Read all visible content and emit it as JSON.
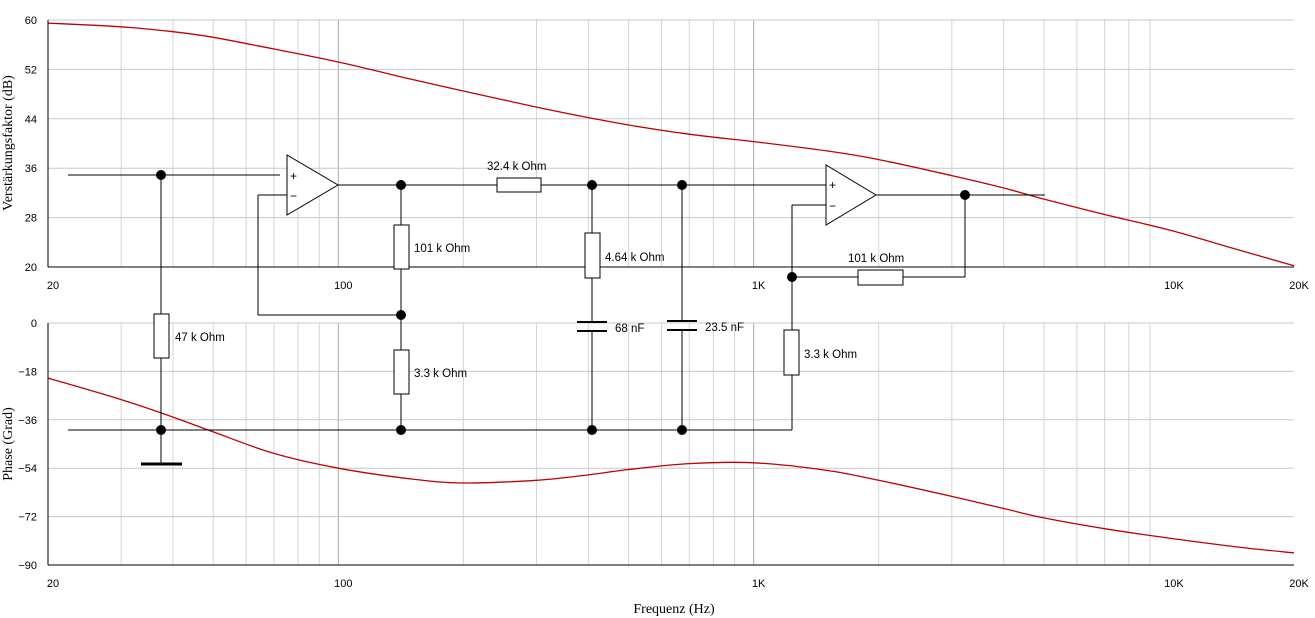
{
  "chart_data": [
    {
      "type": "line",
      "xscale": "log",
      "xlim": [
        20,
        20000
      ],
      "ylim": [
        20,
        60
      ],
      "ylabel": "Verstärkungsfaktor (dB)",
      "x_tick_labels": [
        "20",
        "100",
        "1K",
        "10K",
        "20K"
      ],
      "y_ticks": [
        20,
        28,
        36,
        44,
        52,
        60
      ],
      "grid": true,
      "series": [
        {
          "color": "#c00000",
          "x": [
            20,
            30,
            40,
            50,
            70,
            100,
            150,
            200,
            300,
            400,
            500,
            700,
            1000,
            1500,
            2000,
            3000,
            4000,
            5000,
            7000,
            10000,
            15000,
            20000
          ],
          "y": [
            59.5,
            58.9,
            58.1,
            57.2,
            55.3,
            53.2,
            50.4,
            48.5,
            45.9,
            44.2,
            43.0,
            41.5,
            40.3,
            38.8,
            37.4,
            34.8,
            32.8,
            31.0,
            28.5,
            26.0,
            22.6,
            20.2
          ]
        }
      ]
    },
    {
      "type": "line",
      "xscale": "log",
      "xlim": [
        20,
        20000
      ],
      "ylim": [
        -90,
        0
      ],
      "xlabel": "Frequenz (Hz)",
      "ylabel": "Phase (Grad)",
      "x_tick_labels": [
        "20",
        "100",
        "1K",
        "10K",
        "20K"
      ],
      "y_ticks": [
        0,
        -18,
        -36,
        -54,
        -72,
        -90
      ],
      "grid": true,
      "series": [
        {
          "color": "#c00000",
          "x": [
            20,
            30,
            40,
            50,
            70,
            100,
            150,
            200,
            300,
            400,
            500,
            700,
            1000,
            1500,
            2000,
            3000,
            4000,
            5000,
            7000,
            10000,
            15000,
            20000
          ],
          "y": [
            -20.5,
            -28.5,
            -35,
            -40.5,
            -48.5,
            -54,
            -58,
            -59.5,
            -58.5,
            -56.5,
            -54.5,
            -52.3,
            -52.0,
            -54.8,
            -58.5,
            -64.5,
            -69,
            -72.5,
            -76.5,
            -80,
            -83.5,
            -85.5
          ]
        }
      ]
    }
  ],
  "schematic": {
    "components": {
      "r_47k": "47 k Ohm",
      "r_101k_a": "101 k Ohm",
      "r_3k3_a": "3.3 k Ohm",
      "r_32k4": "32.4 k Ohm",
      "r_4k64": "4.64 k Ohm",
      "c_68n": "68 nF",
      "c_23n5": "23.5 nF",
      "r_101k_b": "101 k Ohm",
      "r_3k3_b": "3.3 k Ohm"
    },
    "opamp_signs": {
      "plus": "+",
      "minus": "−"
    }
  }
}
